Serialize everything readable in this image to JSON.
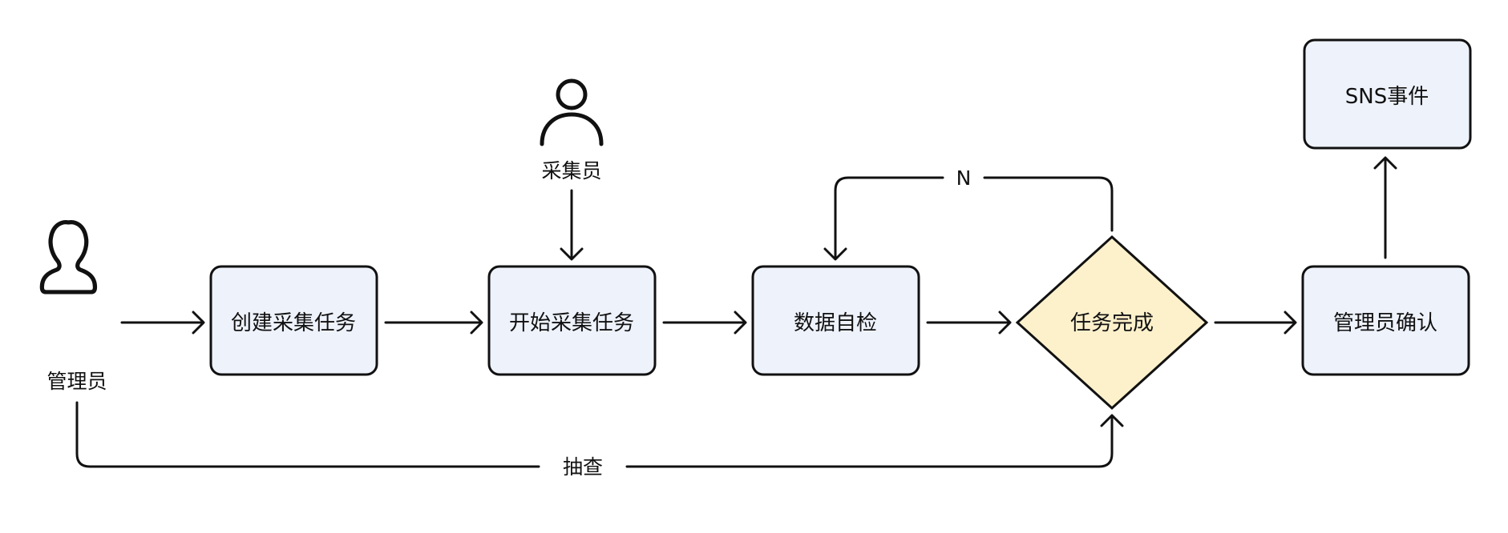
{
  "diagram": {
    "actors": {
      "admin": "管理员",
      "collector": "采集员"
    },
    "nodes": {
      "create_task": "创建采集任务",
      "start_task": "开始采集任务",
      "self_check": "数据自检",
      "task_done": "任务完成",
      "admin_confirm": "管理员确认",
      "sns_event": "SNS事件"
    },
    "edge_labels": {
      "loop_no": "N",
      "spot_check": "抽查"
    },
    "colors": {
      "process_fill": "#eef2fb",
      "decision_fill": "#fdf1cc",
      "stroke": "#111111"
    }
  }
}
